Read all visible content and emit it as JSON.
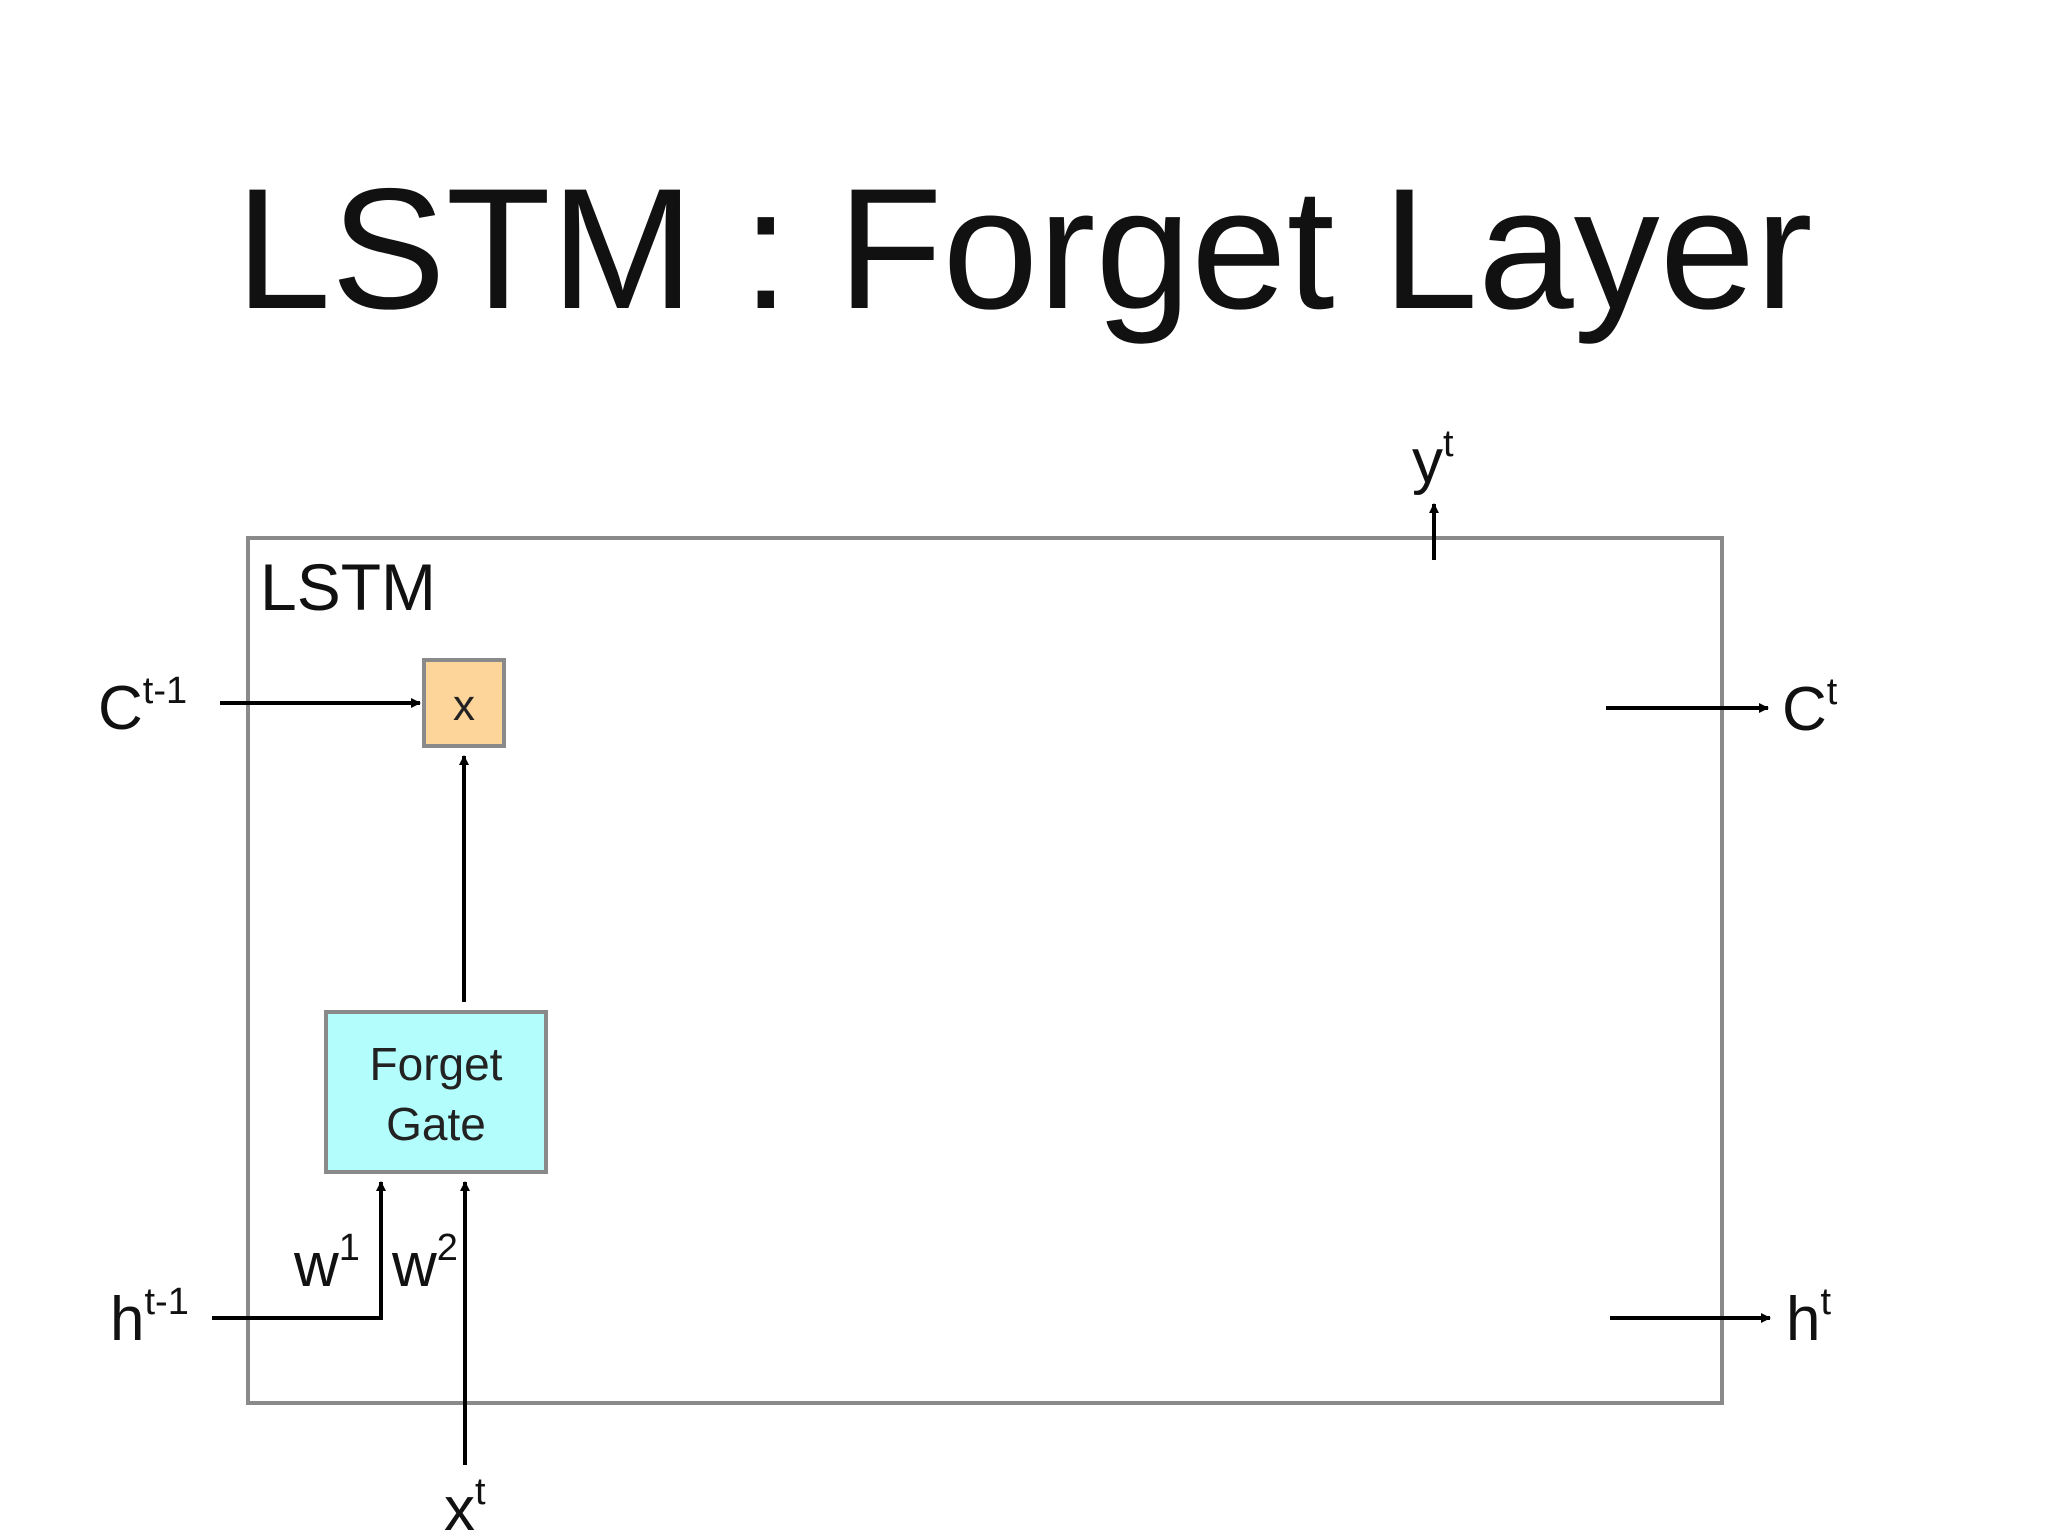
{
  "title": "LSTM : Forget Layer",
  "block_label": "LSTM",
  "forget_gate": {
    "line1": "Forget",
    "line2": "Gate"
  },
  "multiply_op": "x",
  "inputs": {
    "cell_prev": {
      "base": "C",
      "sup": "t-1"
    },
    "hidden_prev": {
      "base": "h",
      "sup": "t-1"
    },
    "x": {
      "base": "x",
      "sup": "t"
    }
  },
  "outputs": {
    "cell": {
      "base": "C",
      "sup": "t"
    },
    "hidden": {
      "base": "h",
      "sup": "t"
    },
    "y": {
      "base": "y",
      "sup": "t"
    }
  },
  "weights": {
    "w1": {
      "base": "w",
      "sup": "1"
    },
    "w2": {
      "base": "w",
      "sup": "2"
    }
  },
  "colors": {
    "block_border": "#8a8a8a",
    "forget_gate_fill": "#b3fdfd",
    "multiply_fill": "#fdd59b",
    "wire": "#000000"
  }
}
